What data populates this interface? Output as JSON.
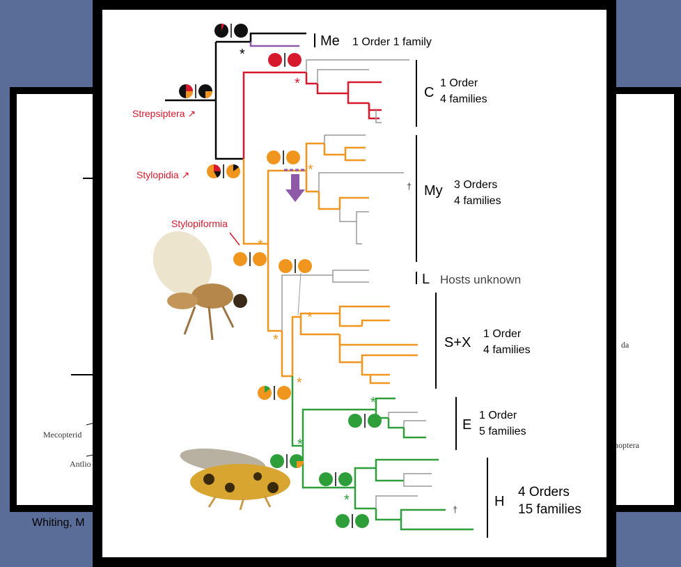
{
  "background": {
    "band_color": "#5a6d99"
  },
  "back_slide": {
    "citation": "Whiting, M",
    "side_labels": {
      "left1": "Mecopterid",
      "left2": "Antlio",
      "right1": "da",
      "right2": "noptera"
    }
  },
  "tree": {
    "colors": {
      "red": "#d7192d",
      "orange": "#f0961e",
      "green": "#2e9e3a",
      "purple": "#8e5aa8",
      "gray": "#999999",
      "black": "#000000"
    },
    "node_labels": {
      "strepsiptera": "Strepsiptera ↗",
      "stylopidia": "Stylopidia ↗",
      "stylopiformia": "Stylopiformia"
    },
    "clades": [
      {
        "code": "Me",
        "line1": "1 Order 1 family",
        "line2": ""
      },
      {
        "code": "C",
        "line1": "1 Order",
        "line2": "4 families"
      },
      {
        "code": "My",
        "line1": "3 Orders",
        "line2": "4 families"
      },
      {
        "code": "L",
        "line1": "Hosts unknown",
        "line2": ""
      },
      {
        "code": "S+X",
        "line1": "1 Order",
        "line2": "4 families"
      },
      {
        "code": "E",
        "line1": "1 Order",
        "line2": "5 families"
      },
      {
        "code": "H",
        "line1": "4 Orders",
        "line2": "15 families"
      }
    ],
    "marks": {
      "asterisk": "*",
      "dagger": "†",
      "arrow": "⬇"
    }
  }
}
